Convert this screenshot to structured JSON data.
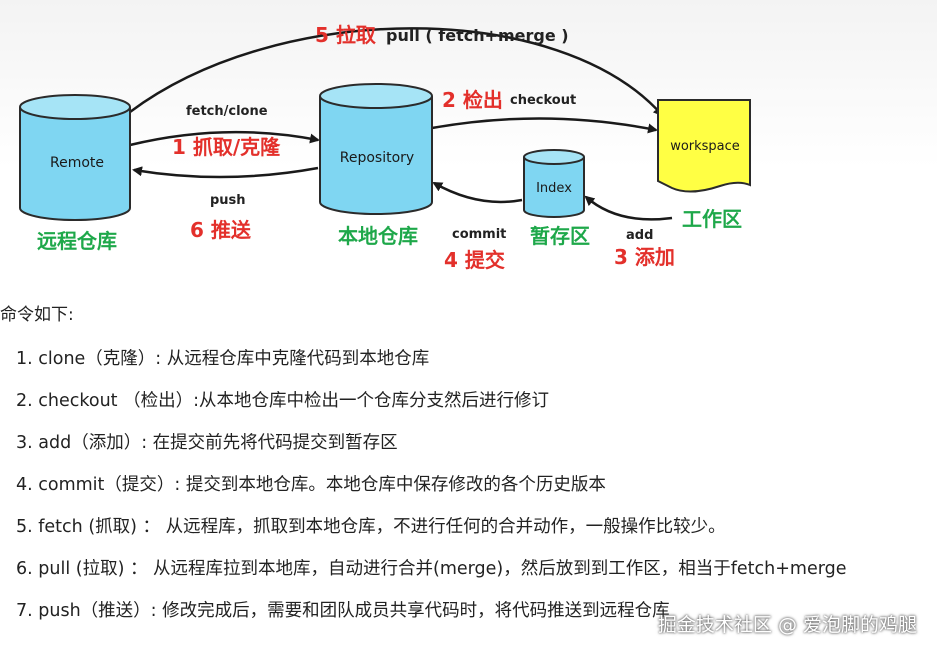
{
  "diagram": {
    "nodes": {
      "remote": {
        "label": "Remote",
        "caption": "远程仓库"
      },
      "repository": {
        "label": "Repository",
        "caption": "本地仓库"
      },
      "index": {
        "label": "Index",
        "caption": "暂存区"
      },
      "workspace": {
        "label": "workspace",
        "caption": "工作区"
      }
    },
    "arrows": {
      "pull": {
        "step": "5 拉取",
        "label": "pull ( fetch+merge )"
      },
      "fetch_clone": {
        "step": "1 抓取/克隆",
        "label": "fetch/clone"
      },
      "push": {
        "step": "6 推送",
        "label": "push"
      },
      "checkout": {
        "step": "2 检出",
        "label": "checkout"
      },
      "commit": {
        "step": "4 提交",
        "label": "commit"
      },
      "add": {
        "step": "3 添加",
        "label": "add"
      }
    },
    "colors": {
      "cylinder": "#7fd6f2",
      "workspace": "#ffff44",
      "step_text": "#e3302b",
      "caption_text": "#1ea84a"
    }
  },
  "intro": "命令如下:",
  "commands": [
    "1. clone（克隆）: 从远程仓库中克隆代码到本地仓库",
    "2. checkout （检出）:从本地仓库中检出一个仓库分支然后进行修订",
    "3. add（添加）: 在提交前先将代码提交到暂存区",
    "4. commit（提交）: 提交到本地仓库。本地仓库中保存修改的各个历史版本",
    "5. fetch (抓取) ： 从远程库，抓取到本地仓库，不进行任何的合并动作，一般操作比较少。",
    "6. pull (拉取) ： 从远程库拉到本地库，自动进行合并(merge)，然后放到到工作区，相当于fetch+merge",
    "7. push（推送）: 修改完成后，需要和团队成员共享代码时，将代码推送到远程仓库"
  ],
  "watermark": "掘金技术社区 @ 爱泡脚的鸡腿"
}
